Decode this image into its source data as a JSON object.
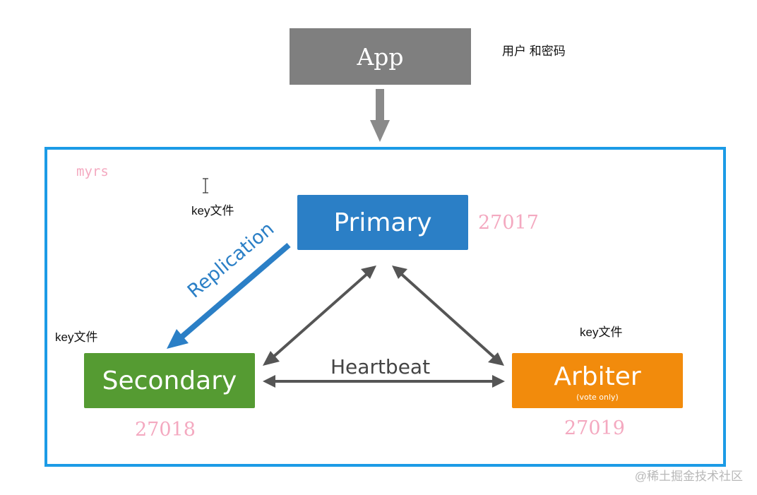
{
  "app": {
    "label": "App",
    "note": "用户 和密码"
  },
  "replica_set": {
    "name": "myrs"
  },
  "nodes": {
    "primary": {
      "label": "Primary",
      "port": "27017"
    },
    "secondary": {
      "label": "Secondary",
      "port": "27018",
      "note": "key文件"
    },
    "arbiter": {
      "label": "Arbiter",
      "sublabel": "(vote only)",
      "port": "27019",
      "note": "key文件"
    }
  },
  "primary_note": "key文件",
  "links": {
    "replication": "Replication",
    "heartbeat": "Heartbeat"
  },
  "watermark": "@稀土掘金技术社区",
  "colors": {
    "app": "#7f7f7f",
    "primary": "#2b7fc6",
    "secondary": "#559b32",
    "arbiter": "#f28b0c",
    "frame": "#1c9be6",
    "port_text": "#f4a9c0"
  },
  "icons": [
    "text-cursor-icon"
  ]
}
